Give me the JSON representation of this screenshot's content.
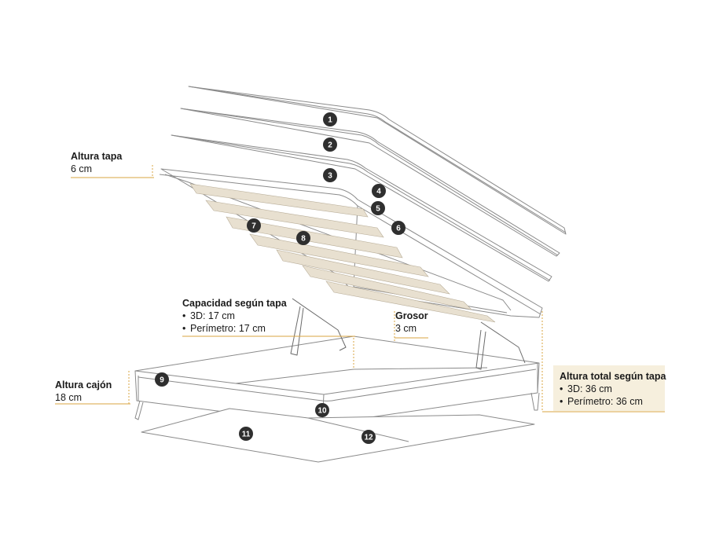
{
  "labels": {
    "altura_tapa": {
      "title": "Altura tapa",
      "value": "6 cm"
    },
    "capacidad": {
      "title": "Capacidad según tapa",
      "items": [
        "3D: 17 cm",
        "Perímetro: 17 cm"
      ]
    },
    "grosor": {
      "title": "Grosor",
      "value": "3 cm"
    },
    "altura_cajon": {
      "title": "Altura cajón",
      "value": "18 cm"
    },
    "altura_total": {
      "title": "Altura total según tapa",
      "items": [
        "3D: 36 cm",
        "Perímetro: 36 cm"
      ]
    }
  },
  "parts": [
    "1",
    "2",
    "3",
    "4",
    "5",
    "6",
    "7",
    "8",
    "9",
    "10",
    "11",
    "12"
  ],
  "colors": {
    "line": "#8a8a8a",
    "accent": "#d9a441",
    "slat": "#e8e0d0",
    "badge": "#2f2f2f",
    "highlight": "#f6efdd"
  }
}
